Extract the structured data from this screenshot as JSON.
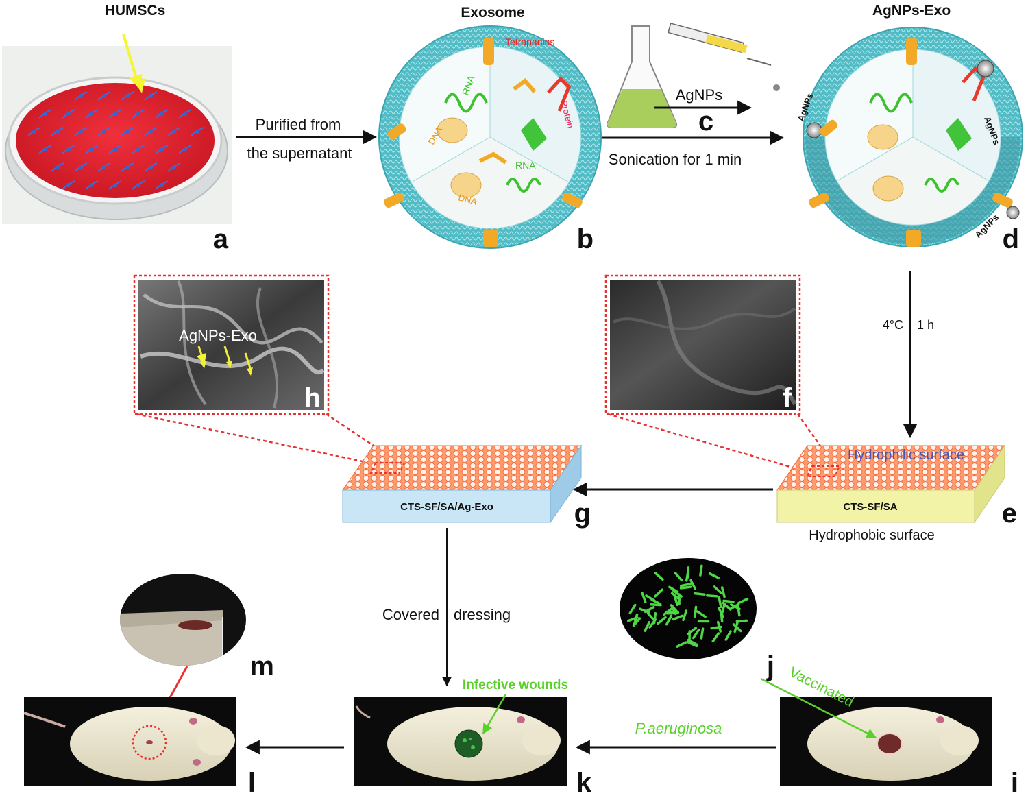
{
  "titles": {
    "humscs": "HUMSCs",
    "exosome": "Exosome",
    "agnps_exo": "AgNPs-Exo"
  },
  "panels": {
    "a": "a",
    "b": "b",
    "c": "c",
    "d": "d",
    "e": "e",
    "f": "f",
    "g": "g",
    "h": "h",
    "i": "i",
    "j": "j",
    "k": "k",
    "l": "l",
    "m": "m"
  },
  "arrows": {
    "purified_line1": "Purified from",
    "purified_line2": "the supernatant",
    "agnps": "AgNPs",
    "sonication": "Sonication for 1 min",
    "temp": "4°C",
    "time": "1 h",
    "covered": "Covered",
    "dressing": "dressing",
    "pathogen": "P.aeruginosa",
    "vaccinated": "Vaccinated"
  },
  "exosome_labels": {
    "tetrapanins": "Tetrapanins",
    "rna1": "RNA",
    "rna2": "RNA",
    "protein": "Protein",
    "dna1": "DNA",
    "dna2": "DNA",
    "agnps1": "AgNPs",
    "agnps2": "AgNPs",
    "agnps3": "AgNPs"
  },
  "scaffolds": {
    "g_label": "CTS-SF/SA/Ag-Exo",
    "e_label": "CTS-SF/SA",
    "hydrophilic": "Hydrophilic surface",
    "hydrophobic": "Hydrophobic surface"
  },
  "sem": {
    "h_label": "AgNPs-Exo"
  },
  "mice": {
    "infective": "Infective wounds"
  },
  "colors": {
    "arrow": "#111111",
    "dashed": "#e8302f",
    "membrane": "#5ec3cc",
    "dish_red": "#e82230",
    "scaffold_top": "#ffb08c",
    "g_side": "#c9e6f7",
    "e_side": "#f2f3a6",
    "green_label": "#5ad12a",
    "hydrophilic": "#4a55b5"
  }
}
